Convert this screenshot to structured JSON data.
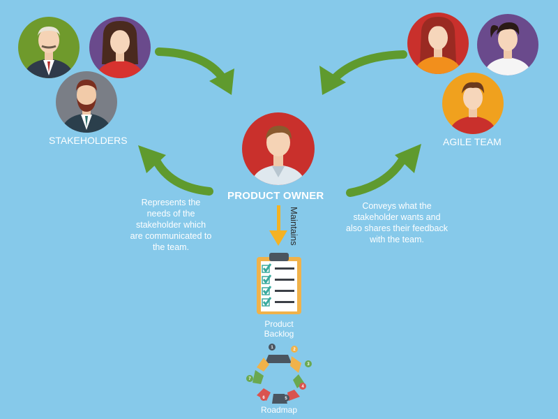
{
  "stakeholders_label": "STAKEHOLDERS",
  "agile_team_label": "AGILE TEAM",
  "product_owner_label": "PRODUCT OWNER",
  "maintains_label": "Maintains",
  "left_description": "Represents the needs of the stakeholder which are communicated to the team.",
  "right_description": "Conveys  what the stakeholder wants and also shares their feedback with the team.",
  "backlog_label_line1": "Product",
  "backlog_label_line2": "Backlog",
  "roadmap_label": "Roadmap",
  "roadmap_steps": [
    "1",
    "2",
    "3",
    "4",
    "5",
    "6",
    "7"
  ],
  "colors": {
    "background": "#86c9ea",
    "arrow_green": "#5f9a2e",
    "arrow_yellow": "#f4b223",
    "po_circle": "#c9302c"
  }
}
